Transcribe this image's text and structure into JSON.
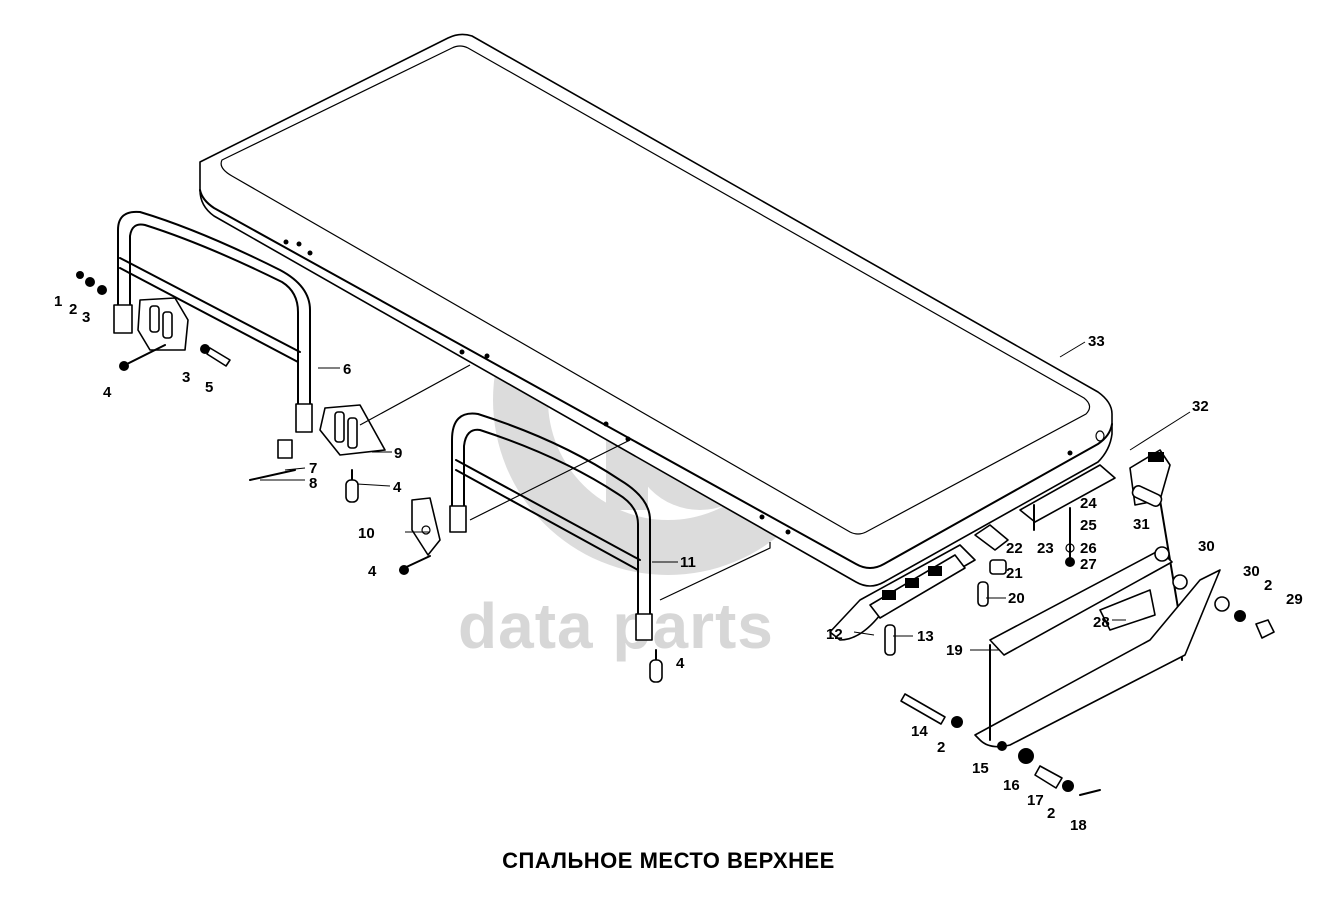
{
  "caption": "СПАЛЬНОЕ МЕСТО ВЕРХНЕЕ",
  "watermark": {
    "text": "data parts",
    "color": "#d7d7d7"
  },
  "callouts": [
    {
      "id": "c1",
      "label": "1"
    },
    {
      "id": "c2a",
      "label": "2"
    },
    {
      "id": "c3a",
      "label": "3"
    },
    {
      "id": "c4a",
      "label": "4"
    },
    {
      "id": "c3b",
      "label": "3"
    },
    {
      "id": "c5",
      "label": "5"
    },
    {
      "id": "c6",
      "label": "6"
    },
    {
      "id": "c7",
      "label": "7"
    },
    {
      "id": "c8",
      "label": "8"
    },
    {
      "id": "c9",
      "label": "9"
    },
    {
      "id": "c4b",
      "label": "4"
    },
    {
      "id": "c10",
      "label": "10"
    },
    {
      "id": "c4c",
      "label": "4"
    },
    {
      "id": "c11",
      "label": "11"
    },
    {
      "id": "c4d",
      "label": "4"
    },
    {
      "id": "c12",
      "label": "12"
    },
    {
      "id": "c13",
      "label": "13"
    },
    {
      "id": "c33",
      "label": "33"
    },
    {
      "id": "c32",
      "label": "32"
    },
    {
      "id": "c24",
      "label": "24"
    },
    {
      "id": "c31",
      "label": "31"
    },
    {
      "id": "c25",
      "label": "25"
    },
    {
      "id": "c22",
      "label": "22"
    },
    {
      "id": "c23",
      "label": "23"
    },
    {
      "id": "c26",
      "label": "26"
    },
    {
      "id": "c27",
      "label": "27"
    },
    {
      "id": "c21",
      "label": "21"
    },
    {
      "id": "c20",
      "label": "20"
    },
    {
      "id": "c30a",
      "label": "30"
    },
    {
      "id": "c30b",
      "label": "30"
    },
    {
      "id": "c2b",
      "label": "2"
    },
    {
      "id": "c29",
      "label": "29"
    },
    {
      "id": "c28",
      "label": "28"
    },
    {
      "id": "c19",
      "label": "19"
    },
    {
      "id": "c14",
      "label": "14"
    },
    {
      "id": "c2c",
      "label": "2"
    },
    {
      "id": "c15",
      "label": "15"
    },
    {
      "id": "c16",
      "label": "16"
    },
    {
      "id": "c17",
      "label": "17"
    },
    {
      "id": "c2d",
      "label": "2"
    },
    {
      "id": "c18",
      "label": "18"
    }
  ]
}
